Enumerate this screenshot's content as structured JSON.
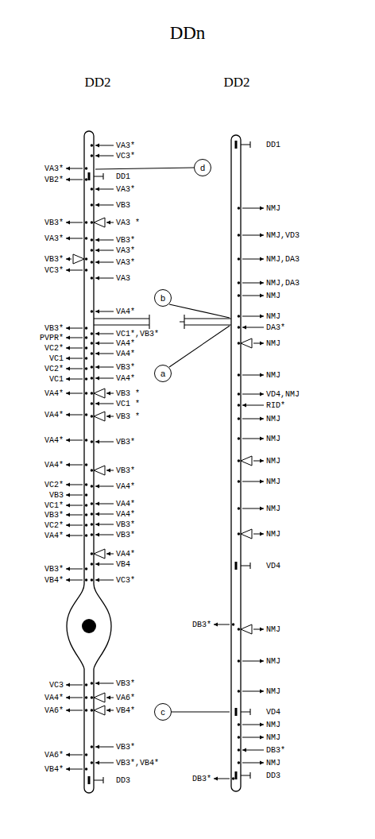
{
  "diagram": {
    "title": "DDn",
    "nodes": [
      {
        "text": [
          "d"
        ]
      },
      {
        "text": [
          "b"
        ]
      },
      {
        "text": [
          "a"
        ]
      },
      {
        "text": [
          "c"
        ]
      }
    ],
    "labels": [
      "DD2",
      "DD2",
      "VA3*",
      "VC3*",
      "VA3*",
      "DD1",
      "VB2*",
      "VA3*",
      "VB3",
      "VB3*",
      "VA3 *",
      "VA3*",
      "VB3*",
      "VA3*",
      "VB3*",
      "VA3*",
      "VC3*",
      "VA3",
      "VA4*",
      "VB3*",
      "PVPR*",
      "VC1*,VB3*",
      "VA4*",
      "VC2*",
      "VA4*",
      "VC1",
      "VC2*",
      "VB3*",
      "VC1",
      "VA4*",
      "VA4*",
      "VB3 *",
      "VC1 *",
      "VA4*",
      "VB3 *",
      "VA4*",
      "VB3*",
      "VA4*",
      "VB3*",
      "VC2*",
      "VA4*",
      "VB3",
      "VC1*",
      "VA4*",
      "VB3*",
      "VA4*",
      "VC2*",
      "VB3*",
      "VA4*",
      "VB3*",
      "VA4*",
      "VB4",
      "VB3*",
      "VB4*",
      "VC3*",
      "VC3",
      "VB3*",
      "VA4*",
      "VA6*",
      "VA6*",
      "VB4*",
      "VB3*",
      "VA6*",
      "VB3*,VB4*",
      "VB4*",
      "DD3",
      "DD1",
      "NMJ",
      "NMJ,VD3",
      "NMJ,DA3",
      "NMJ,DA3",
      "NMJ",
      "NMJ",
      "DA3*",
      "NMJ",
      "NMJ",
      "VD4,NMJ",
      "RID*",
      "NMJ",
      "NMJ",
      "NMJ",
      "NMJ",
      "NMJ",
      "NMJ",
      "VD4",
      "DB3*",
      "NMJ",
      "NMJ",
      "NMJ",
      "VD4",
      "NMJ",
      "NMJ",
      "DB3*",
      "NMJ",
      "DD3",
      "DB3*"
    ]
  }
}
